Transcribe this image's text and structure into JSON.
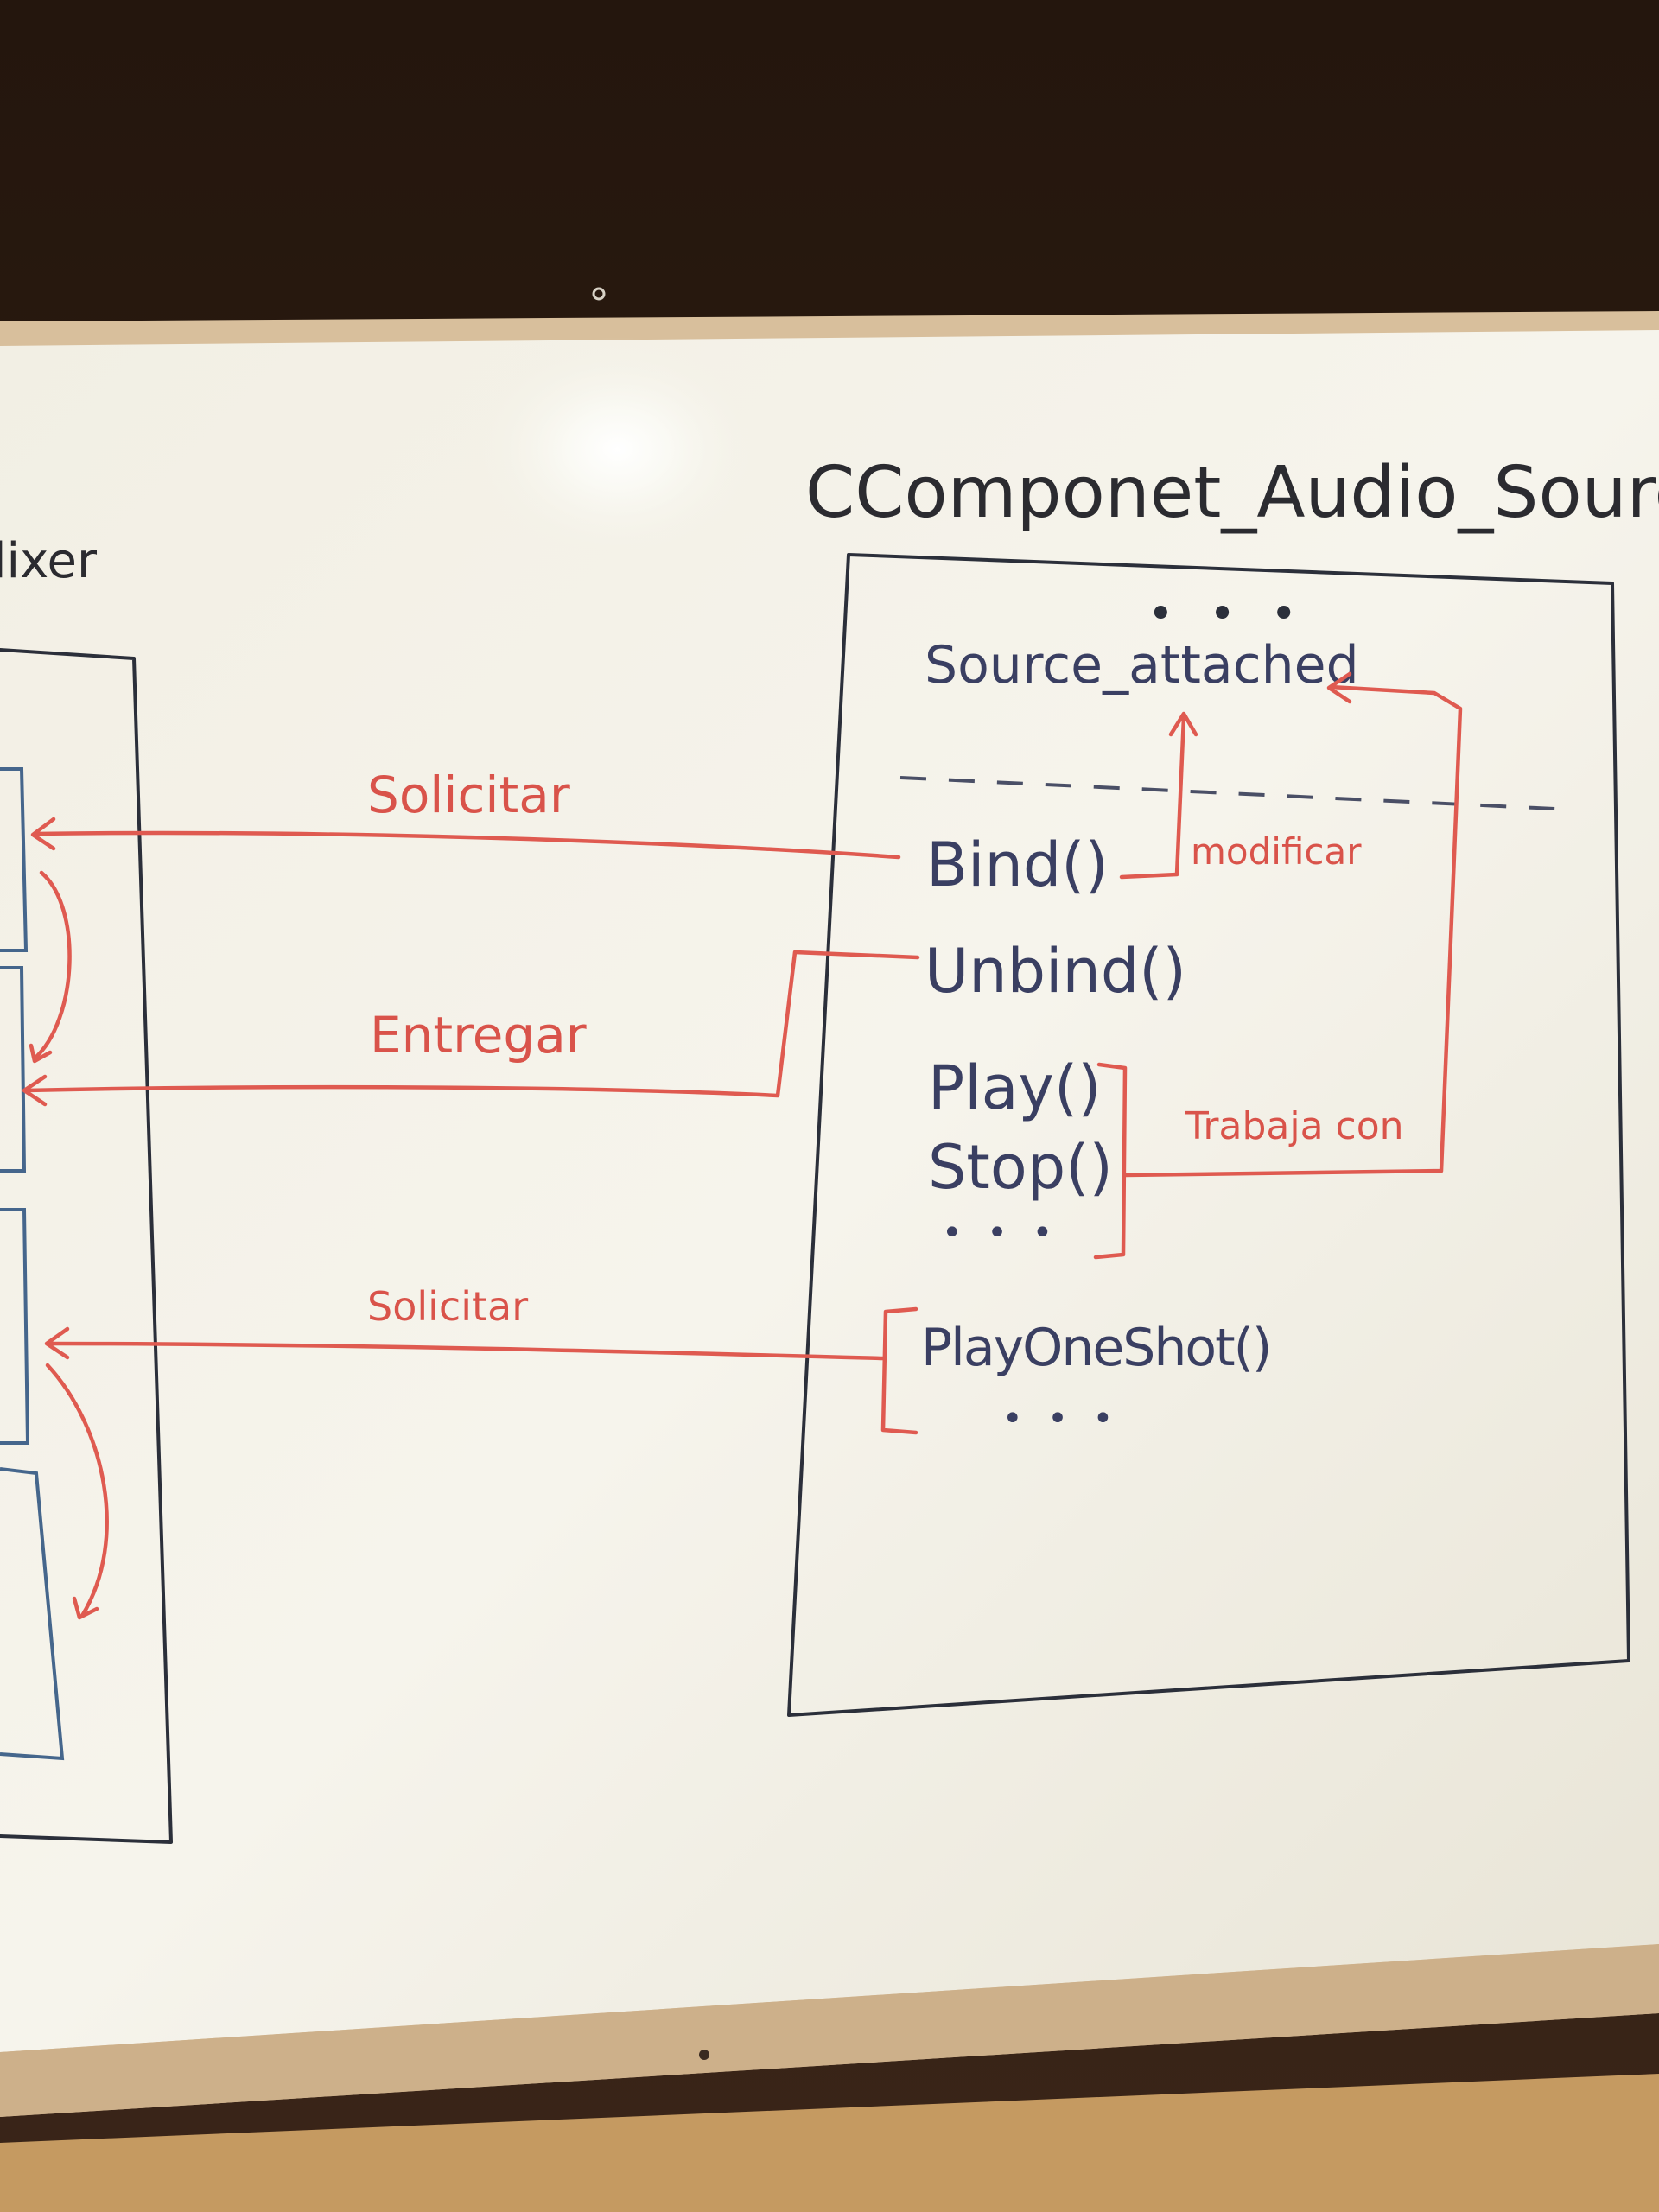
{
  "diagram": {
    "left_heading_fragment": "lixer",
    "class_title": "CComponet_Audio_Source",
    "top_ellipsis": "• • •",
    "attribute": "Source_attached",
    "methods": {
      "bind": "Bind()",
      "unbind": "Unbind()",
      "play": "Play()",
      "stop": "Stop()",
      "ellipsis_a": "• • •",
      "play_one_shot": "PlayOneShot()",
      "ellipsis_b": "• • •"
    },
    "relations": {
      "solicitar_top": "Solicitar",
      "entregar": "Entregar",
      "solicitar_bottom": "Solicitar",
      "modificar": "modificar",
      "trabaja_con": "Trabaja con"
    }
  },
  "colors": {
    "board": "#f4f2e8",
    "frame": "#c9a77e",
    "wall": "#2e1d12",
    "black_ink": "#2b2f3a",
    "blue_ink": "#3a3f62",
    "red_ink": "#df5a50"
  }
}
